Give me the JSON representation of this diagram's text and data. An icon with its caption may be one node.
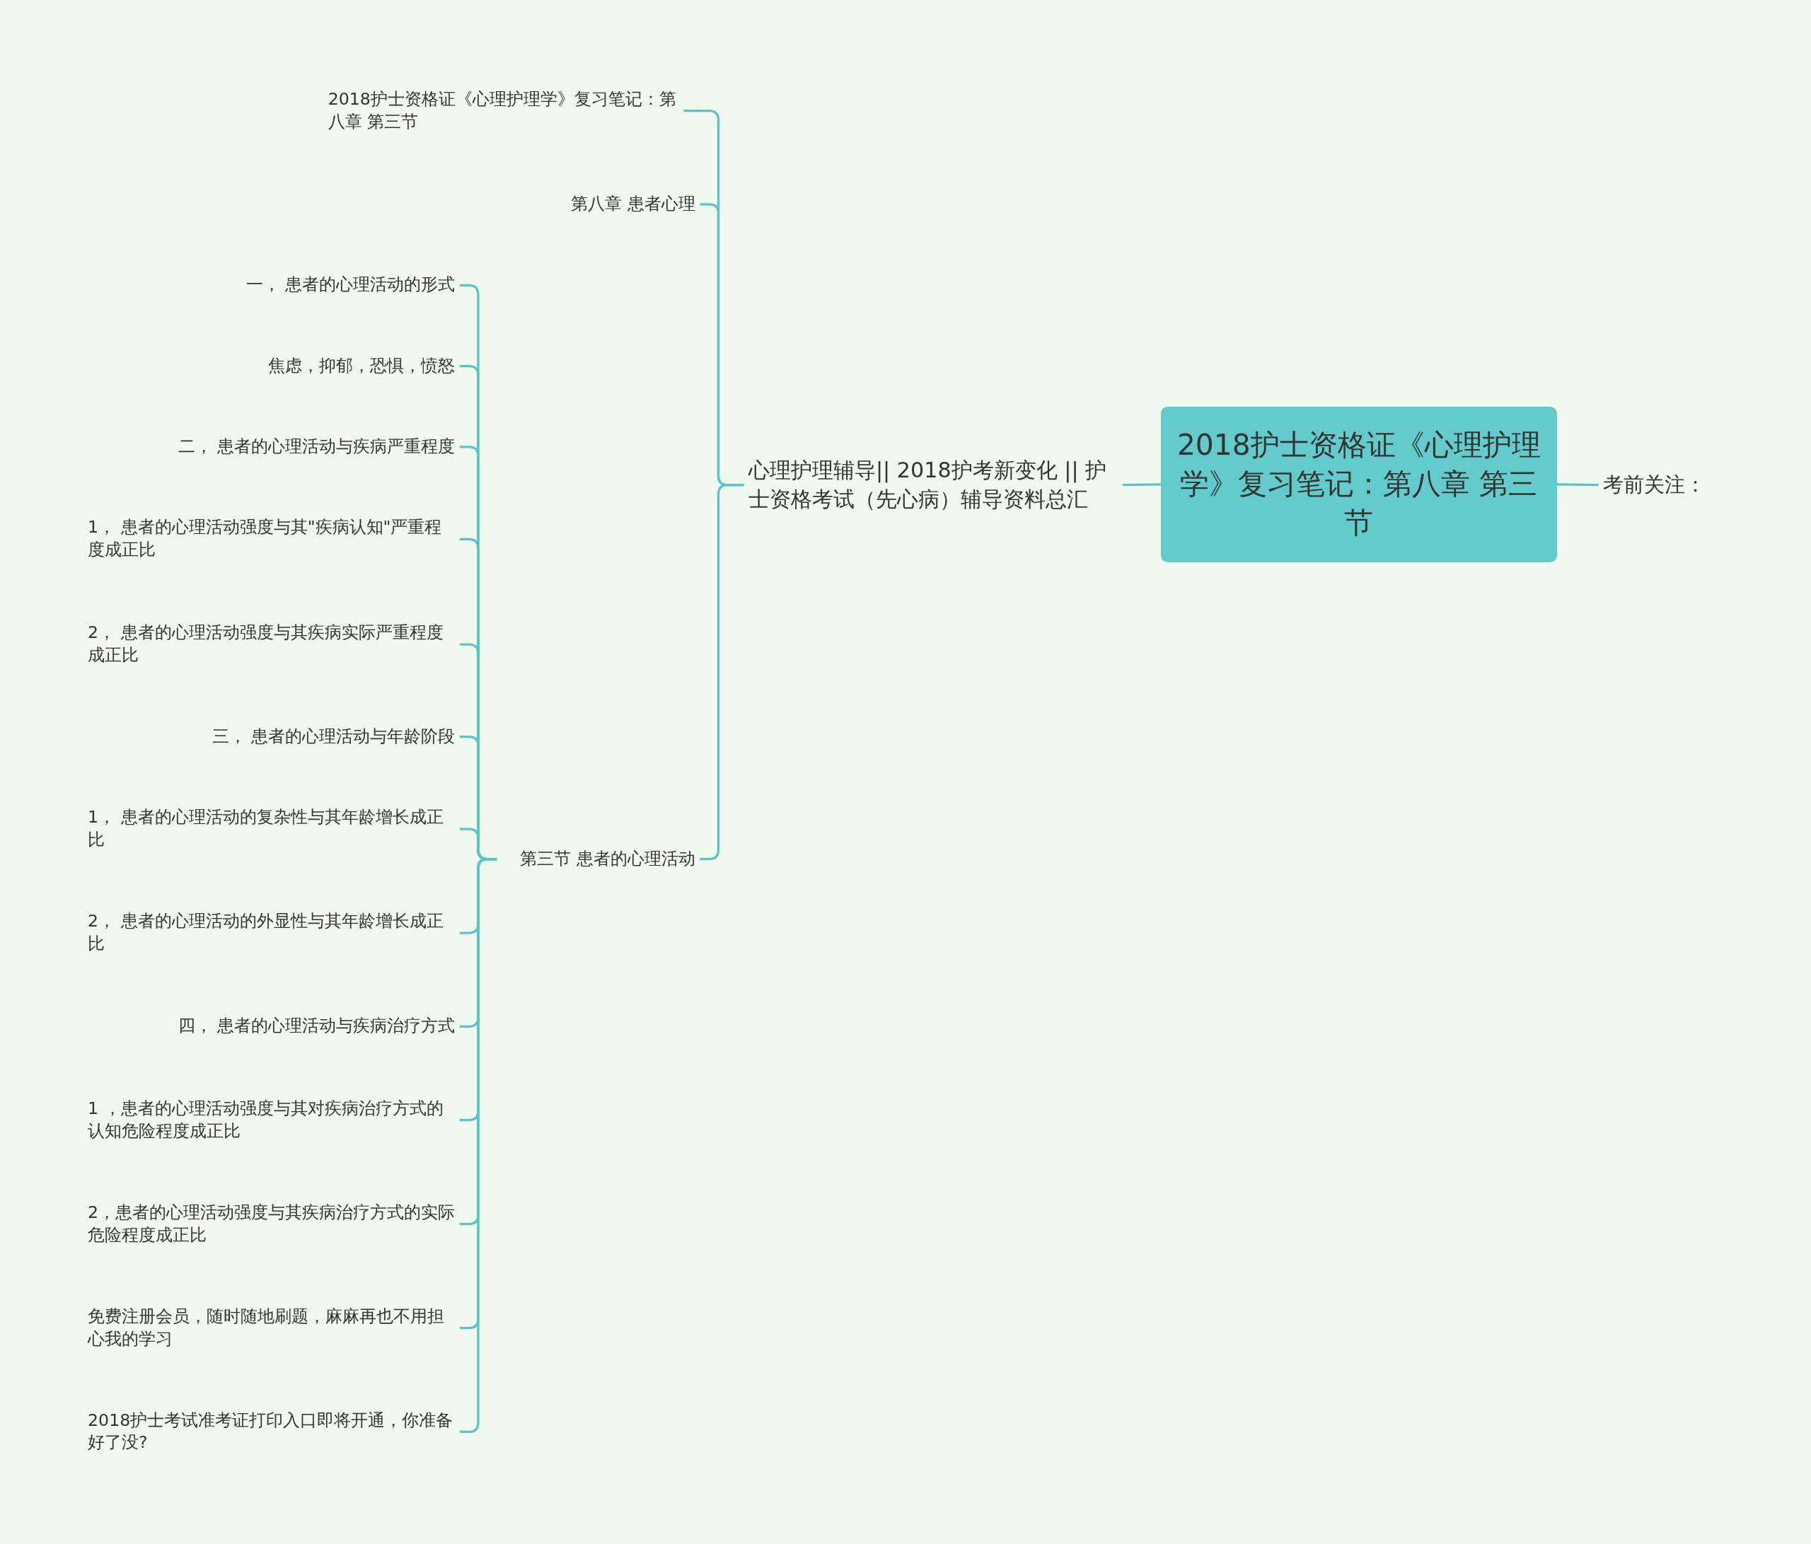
{
  "diagram": {
    "nodes": [
      {
        "text": [
          "2018护士资格证《心理护理学》复习笔记：第八章 第三节"
        ]
      },
      {
        "text": [
          "考前关注："
        ]
      },
      {
        "text": [
          "心理护理辅导|| 2018护考新变化 || 护士资格考试（先心病）辅导资料总汇"
        ]
      },
      {
        "text": [
          "2018护士资格证《心理护理学》复习笔记：第八章 第三节"
        ]
      },
      {
        "text": [
          "第八章 患者心理"
        ]
      },
      {
        "text": [
          "第三节 患者的心理活动"
        ]
      },
      {
        "text": [
          "一， 患者的心理活动的形式"
        ]
      },
      {
        "text": [
          "焦虑，抑郁，恐惧，愤怒"
        ]
      },
      {
        "text": [
          "二， 患者的心理活动与疾病严重程度"
        ]
      },
      {
        "text": [
          "1， 患者的心理活动强度与其\"疾病认知\"严重程度成正比"
        ]
      },
      {
        "text": [
          "2， 患者的心理活动强度与其疾病实际严重程度成正比"
        ]
      },
      {
        "text": [
          "三， 患者的心理活动与年龄阶段"
        ]
      },
      {
        "text": [
          "1， 患者的心理活动的复杂性与其年龄增长成正比"
        ]
      },
      {
        "text": [
          "2， 患者的心理活动的外显性与其年龄增长成正比"
        ]
      },
      {
        "text": [
          "四， 患者的心理活动与疾病治疗方式"
        ]
      },
      {
        "text": [
          "1 ，患者的心理活动强度与其对疾病治疗方式的认知危险程度成正比"
        ]
      },
      {
        "text": [
          "2，患者的心理活动强度与其疾病治疗方式的实际危险程度成正比"
        ]
      },
      {
        "text": [
          "免费注册会员，随时随地刷题，麻麻再也不用担心我的学习"
        ]
      },
      {
        "text": [
          "2018护士考试准考证打印入口即将开通，你准备好了没?"
        ]
      }
    ],
    "edges": [
      {
        "from": 0,
        "to": 1,
        "arrow": "none"
      },
      {
        "from": 0,
        "to": 2,
        "arrow": "none"
      },
      {
        "from": 2,
        "to": 3,
        "arrow": "none"
      },
      {
        "from": 2,
        "to": 4,
        "arrow": "none"
      },
      {
        "from": 2,
        "to": 5,
        "arrow": "none"
      },
      {
        "from": 5,
        "to": 6,
        "arrow": "none"
      },
      {
        "from": 5,
        "to": 7,
        "arrow": "none"
      },
      {
        "from": 5,
        "to": 8,
        "arrow": "none"
      },
      {
        "from": 5,
        "to": 9,
        "arrow": "none"
      },
      {
        "from": 5,
        "to": 10,
        "arrow": "none"
      },
      {
        "from": 5,
        "to": 11,
        "arrow": "none"
      },
      {
        "from": 5,
        "to": 12,
        "arrow": "none"
      },
      {
        "from": 5,
        "to": 13,
        "arrow": "none"
      },
      {
        "from": 5,
        "to": 14,
        "arrow": "none"
      },
      {
        "from": 5,
        "to": 15,
        "arrow": "none"
      },
      {
        "from": 5,
        "to": 16,
        "arrow": "none"
      },
      {
        "from": 5,
        "to": 17,
        "arrow": "none"
      },
      {
        "from": 5,
        "to": 18,
        "arrow": "none"
      }
    ]
  }
}
